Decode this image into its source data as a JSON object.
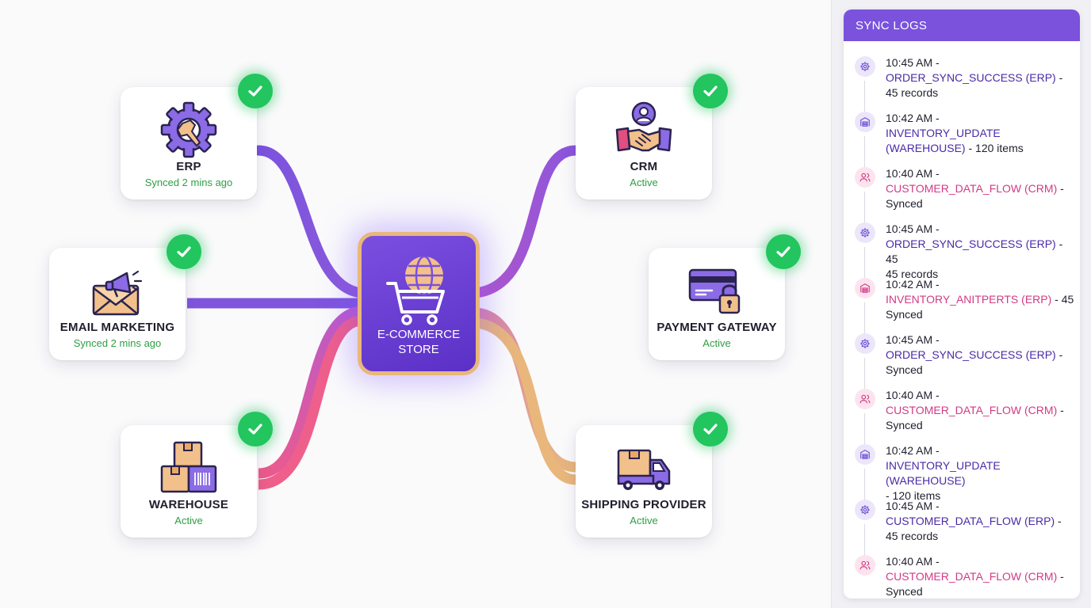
{
  "hub": {
    "title": "E-COMMERCE STORE"
  },
  "nodes": {
    "erp": {
      "name": "ERP",
      "status": "Synced 2 mins ago"
    },
    "email": {
      "name": "EMAIL MARKETING",
      "status": "Synced 2 mins ago"
    },
    "warehouse": {
      "name": "WAREHOUSE",
      "status": "Active"
    },
    "crm": {
      "name": "CRM",
      "status": "Active"
    },
    "payment": {
      "name": "PAYMENT GATEWAY",
      "status": "Active"
    },
    "shipping": {
      "name": "SHIPPING PROVIDER",
      "status": "Active"
    }
  },
  "colors": {
    "purple": "#7a52dc",
    "pink": "#ea5a8f",
    "orange": "#e9b77c",
    "success": "#22c55e",
    "status_green": "#2f9e44"
  },
  "logs": {
    "title": "SYNC LOGS",
    "entries": [
      {
        "icon": "gear-icon",
        "tone": "p",
        "time": "10:45 AM -",
        "event": "ORDER_SYNC_SUCCESS (ERP)",
        "detail": " -\n45 records"
      },
      {
        "icon": "warehouse-icon",
        "tone": "p",
        "time": "10:42 AM -",
        "event": "INVENTORY_UPDATE\n(WAREHOUSE)",
        "detail": " - 120 items"
      },
      {
        "icon": "users-icon",
        "tone": "k",
        "time": "10:40 AM -",
        "event": "CUSTOMER_DATA_FLOW (CRM)",
        "detail": " -\nSynced"
      },
      {
        "icon": "gear-icon",
        "tone": "p",
        "time": "10:45 AM -",
        "event": "ORDER_SYNC_SUCCESS (ERP)",
        "detail": " - 45\n45 records"
      },
      {
        "icon": "warehouse-icon",
        "tone": "k",
        "time": "10:42 AM -",
        "event": "INVENTORY_ANITPERTS (ERP)",
        "detail": " - 45\nSynced"
      },
      {
        "icon": "gear-icon",
        "tone": "p",
        "time": "10:45 AM -",
        "event": "ORDER_SYNC_SUCCESS (ERP)",
        "detail": " -\nSynced"
      },
      {
        "icon": "users-icon",
        "tone": "k",
        "time": "10:40 AM -",
        "event": "CUSTOMER_DATA_FLOW (CRM)",
        "detail": " -\nSynced"
      },
      {
        "icon": "warehouse-icon",
        "tone": "p",
        "time": "10:42 AM -",
        "event": "INVENTORY_UPDATE (WAREHOUSE)",
        "detail": "\n- 120 items"
      },
      {
        "icon": "gear-icon",
        "tone": "p",
        "time": "10:45 AM -",
        "event": "CUSTOMER_DATA_FLOW (ERP)",
        "detail": " -\n45 records"
      },
      {
        "icon": "users-icon",
        "tone": "k",
        "time": "10:40 AM -",
        "event": "CUSTOMER_DATA_FLOW (CRM)",
        "detail": " -\nSynced"
      }
    ]
  }
}
